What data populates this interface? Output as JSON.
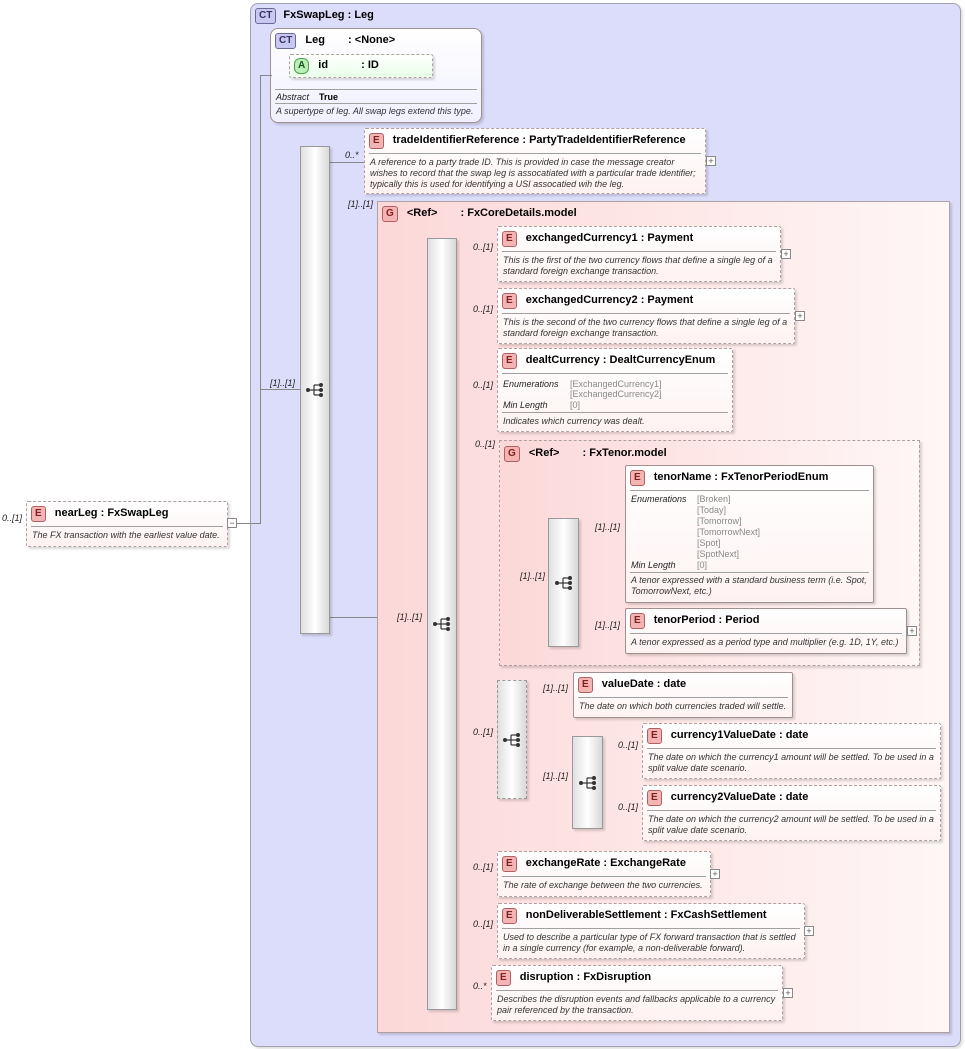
{
  "complex_type": {
    "badge": "CT",
    "name": "FxSwapLeg",
    "base_sep": ":",
    "base": "Leg"
  },
  "base_type": {
    "badge": "CT",
    "name": "Leg",
    "sep": ":",
    "type": "<None>",
    "attribute": {
      "badge": "A",
      "name": "id",
      "sep": ":",
      "type": "ID"
    },
    "abstract_label": "Abstract",
    "abstract_value": "True",
    "doc": "A supertype of leg. All swap legs extend this type."
  },
  "root": {
    "badge": "E",
    "name": "nearLeg",
    "sep": ":",
    "type": "FxSwapLeg",
    "cardinality": "0..[1]",
    "doc": "The FX transaction with the earliest value date."
  },
  "outer_seq": {
    "cardinality": "[1]..[1]"
  },
  "trade_ref": {
    "badge": "E",
    "name": "tradeIdentifierReference",
    "sep": ":",
    "type": "PartyTradeIdentifierReference",
    "cardinality": "0..*",
    "doc": "A reference to a party trade ID. This is provided in case the message creator wishes to record that the swap leg is assocatiated with a particular trade identifier; typically this is used for identifying a USI assocatied wih the leg."
  },
  "core_group": {
    "badge": "G",
    "ref": "<Ref>",
    "sep": ":",
    "name": "FxCoreDetails.model",
    "cardinality": "[1]..[1]"
  },
  "core_seq": {
    "cardinality": "[1]..[1]"
  },
  "exchanged1": {
    "badge": "E",
    "name": "exchangedCurrency1",
    "sep": ":",
    "type": "Payment",
    "cardinality": "0..[1]",
    "doc": "This is the first of the two currency flows that define a single leg of a standard foreign exchange transaction."
  },
  "exchanged2": {
    "badge": "E",
    "name": "exchangedCurrency2",
    "sep": ":",
    "type": "Payment",
    "cardinality": "0..[1]",
    "doc": "This is the second of the two currency flows that define a single leg of a standard foreign exchange transaction."
  },
  "dealt": {
    "badge": "E",
    "name": "dealtCurrency",
    "sep": ":",
    "type": "DealtCurrencyEnum",
    "cardinality": "0..[1]",
    "enum_label": "Enumerations",
    "enum_values": [
      "[ExchangedCurrency1]",
      "[ExchangedCurrency2]"
    ],
    "minlen_label": "Min Length",
    "minlen_value": "[0]",
    "doc": "Indicates which currency was dealt."
  },
  "tenor_group": {
    "badge": "G",
    "ref": "<Ref>",
    "sep": ":",
    "name": "FxTenor.model",
    "cardinality": "0..[1]"
  },
  "tenor_seq": {
    "cardinality": "[1]..[1]"
  },
  "tenor_name": {
    "badge": "E",
    "name": "tenorName",
    "sep": ":",
    "type": "FxTenorPeriodEnum",
    "cardinality": "[1]..[1]",
    "enum_label": "Enumerations",
    "enum_values": [
      "[Broken]",
      "[Today]",
      "[Tomorrow]",
      "[TomorrowNext]",
      "[Spot]",
      "[SpotNext]"
    ],
    "minlen_label": "Min Length",
    "minlen_value": "[0]",
    "doc": "A tenor expressed with a standard business term (i.e. Spot, TomorrowNext, etc.)"
  },
  "tenor_period": {
    "badge": "E",
    "name": "tenorPeriod",
    "sep": ":",
    "type": "Period",
    "cardinality": "[1]..[1]",
    "doc": "A tenor expressed as a period type and multiplier (e.g. 1D, 1Y, etc.)"
  },
  "date_seq": {
    "cardinality": "0..[1]"
  },
  "value_date": {
    "badge": "E",
    "name": "valueDate",
    "sep": ":",
    "type": "date",
    "cardinality": "[1]..[1]",
    "doc": "The date on which both currencies traded will settle."
  },
  "split_seq": {
    "cardinality": "[1]..[1]"
  },
  "c1_date": {
    "badge": "E",
    "name": "currency1ValueDate",
    "sep": ":",
    "type": "date",
    "cardinality": "0..[1]",
    "doc": "The date on which the currency1 amount will be settled. To be used in a split value date scenario."
  },
  "c2_date": {
    "badge": "E",
    "name": "currency2ValueDate",
    "sep": ":",
    "type": "date",
    "cardinality": "0..[1]",
    "doc": "The date on which the currency2 amount will be settled. To be used in a split value date scenario."
  },
  "rate": {
    "badge": "E",
    "name": "exchangeRate",
    "sep": ":",
    "type": "ExchangeRate",
    "cardinality": "0..[1]",
    "doc": "The rate of exchange between the two currencies."
  },
  "nds": {
    "badge": "E",
    "name": "nonDeliverableSettlement",
    "sep": ":",
    "type": "FxCashSettlement",
    "cardinality": "0..[1]",
    "doc": "Used to describe a particular type of FX forward transaction that is settled in a single currency (for example, a non-deliverable forward)."
  },
  "disruption": {
    "badge": "E",
    "name": "disruption",
    "sep": ":",
    "type": "FxDisruption",
    "cardinality": "0..*",
    "doc": "Describes the disruption events and fallbacks applicable to a currency pair referenced by the transaction."
  },
  "expander": {
    "plus": "+",
    "minus": "−"
  }
}
